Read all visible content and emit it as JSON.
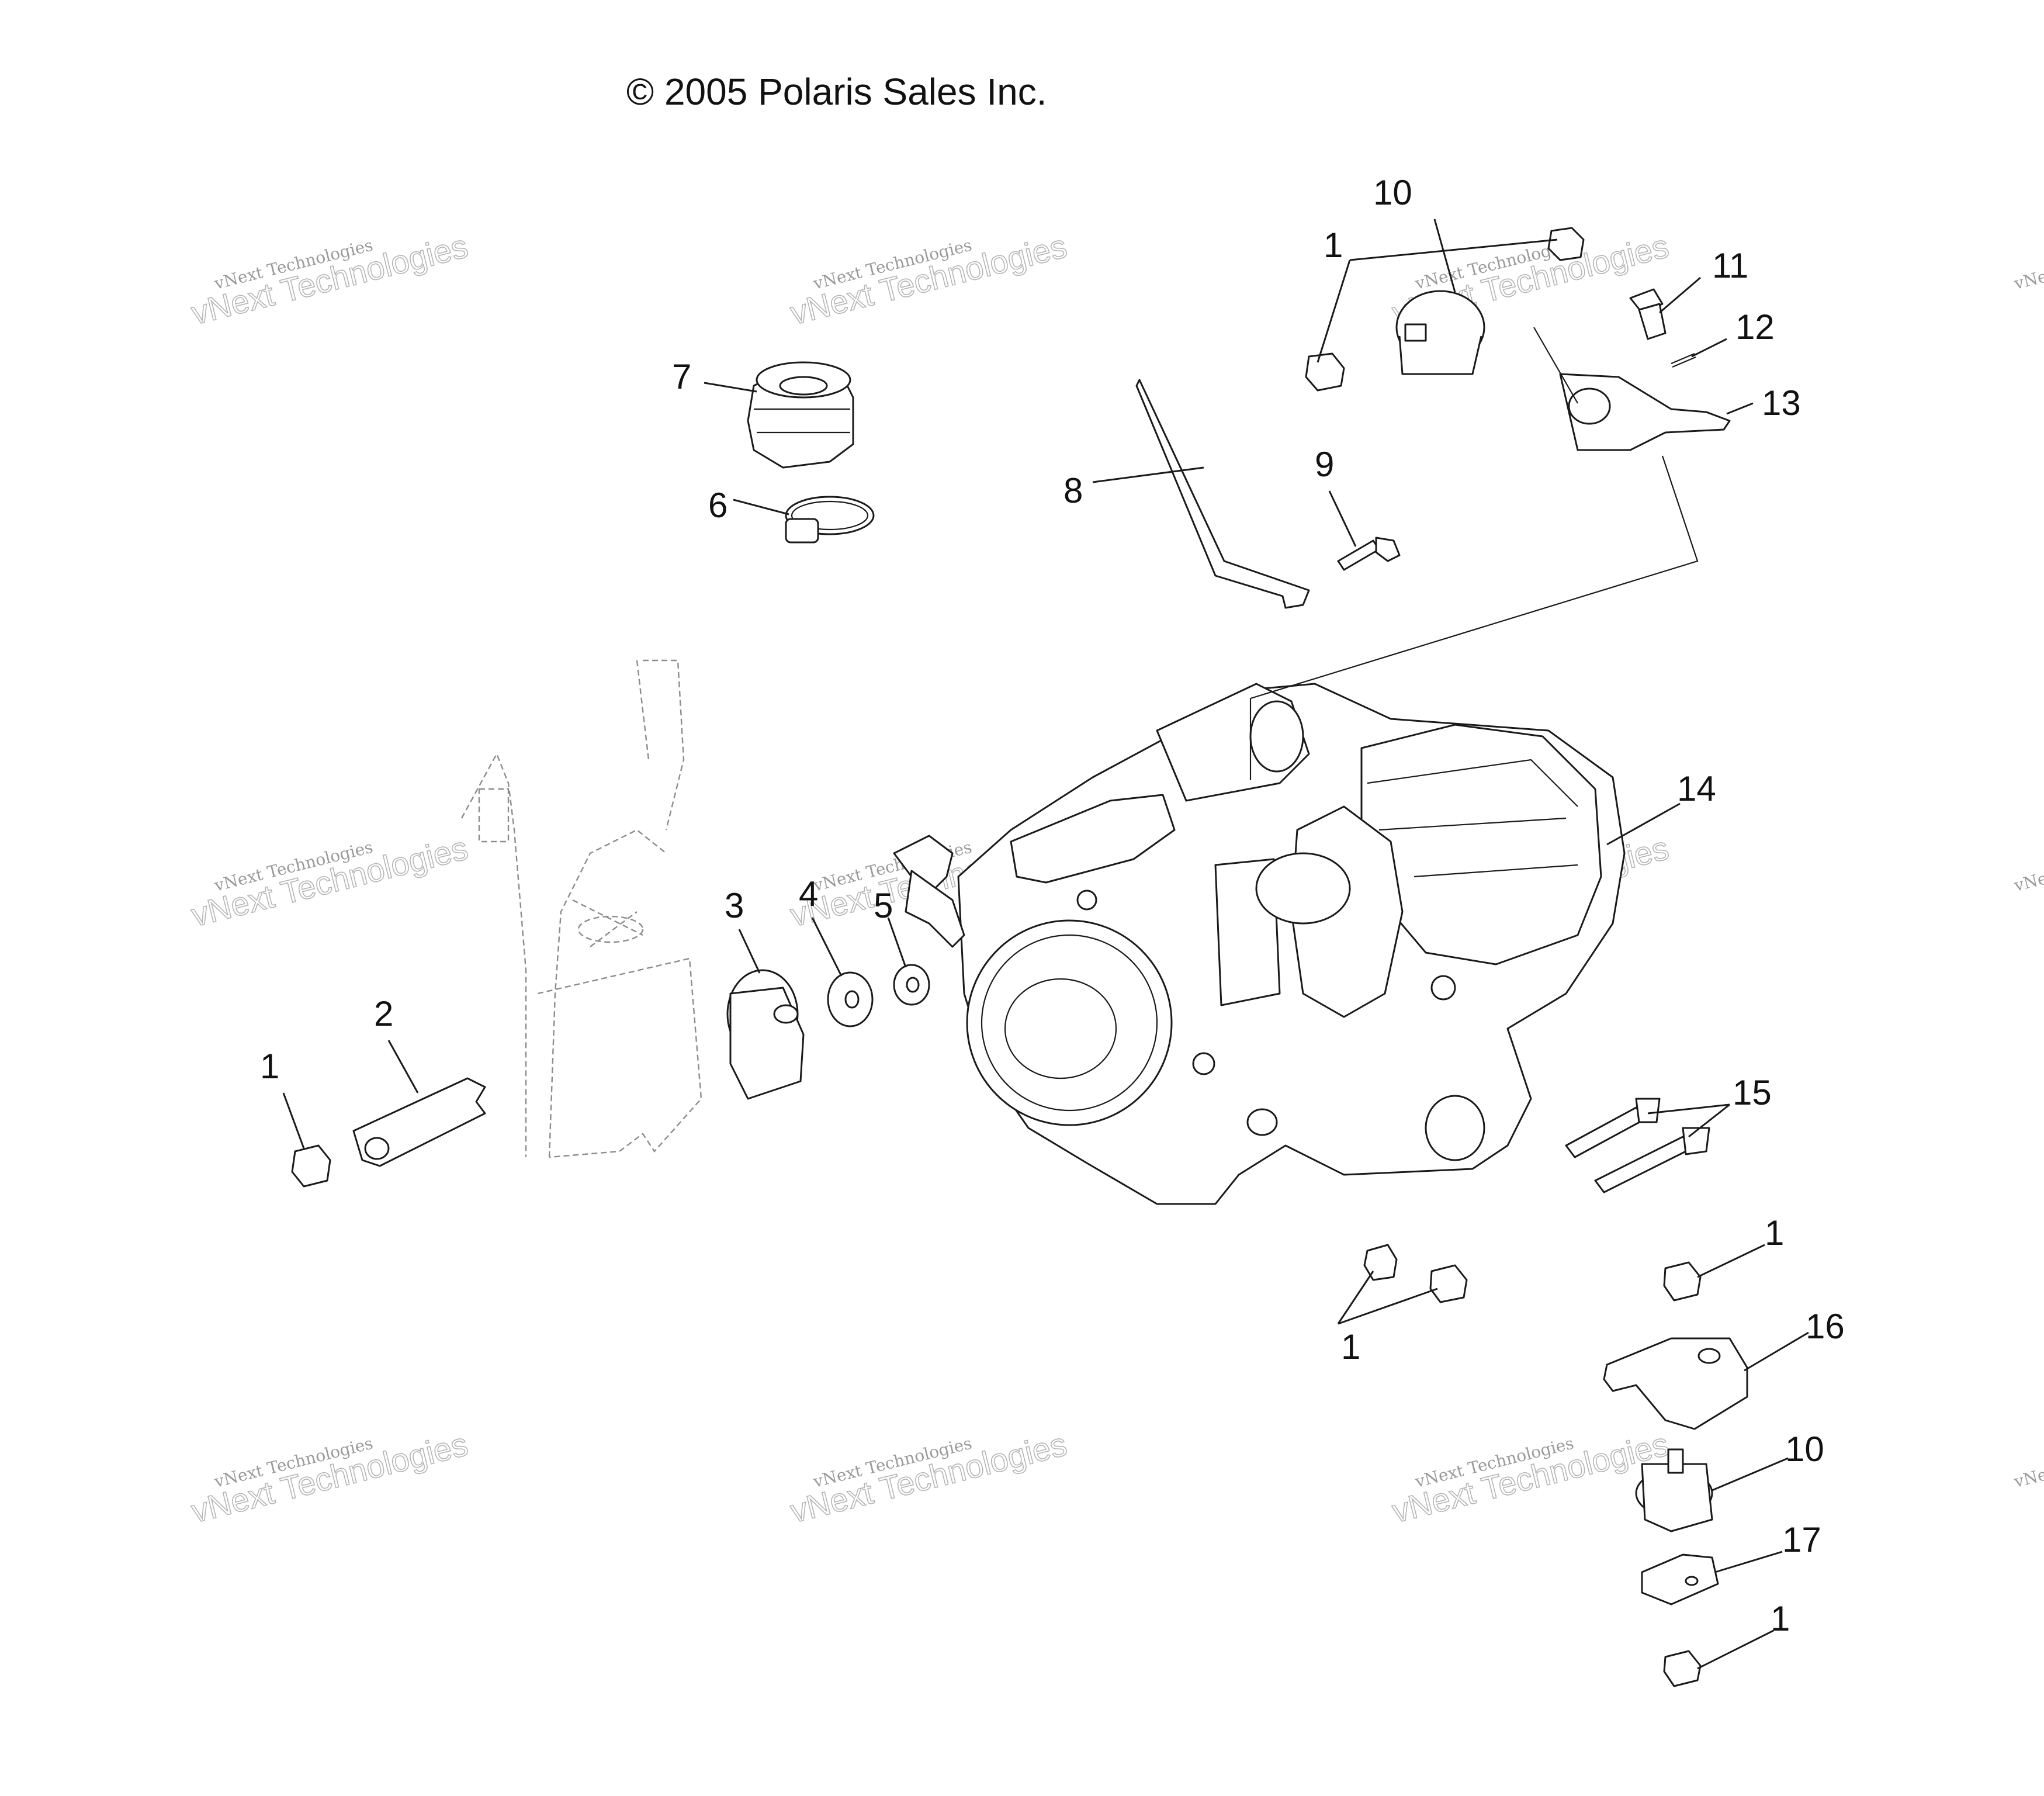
{
  "copyright": "© 2005 Polaris Sales Inc.",
  "watermark": {
    "line1": "vNext Technologies",
    "line2": "vNext\nTechnologies"
  },
  "callouts": [
    {
      "id": "c1a",
      "label": "1"
    },
    {
      "id": "c10a",
      "label": "10"
    },
    {
      "id": "c11",
      "label": "11"
    },
    {
      "id": "c12",
      "label": "12"
    },
    {
      "id": "c13",
      "label": "13"
    },
    {
      "id": "c7",
      "label": "7"
    },
    {
      "id": "c6",
      "label": "6"
    },
    {
      "id": "c8",
      "label": "8"
    },
    {
      "id": "c9",
      "label": "9"
    },
    {
      "id": "c14",
      "label": "14"
    },
    {
      "id": "c3",
      "label": "3"
    },
    {
      "id": "c4",
      "label": "4"
    },
    {
      "id": "c5",
      "label": "5"
    },
    {
      "id": "c2",
      "label": "2"
    },
    {
      "id": "c1b",
      "label": "1"
    },
    {
      "id": "c15",
      "label": "15"
    },
    {
      "id": "c1c",
      "label": "1"
    },
    {
      "id": "c1d",
      "label": "1"
    },
    {
      "id": "c16",
      "label": "16"
    },
    {
      "id": "c10b",
      "label": "10"
    },
    {
      "id": "c17",
      "label": "17"
    },
    {
      "id": "c1e",
      "label": "1"
    }
  ]
}
